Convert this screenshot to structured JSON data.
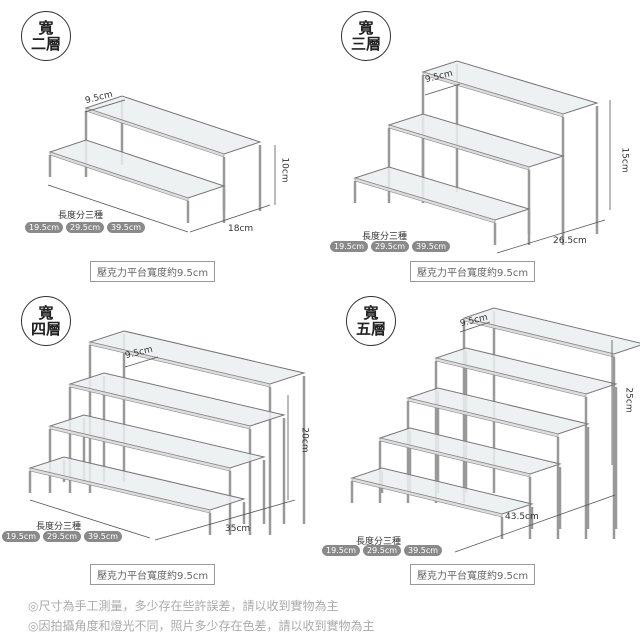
{
  "panels": [
    {
      "badge": [
        "寬",
        "二層"
      ],
      "depth": "9.5cm",
      "height": "10cm",
      "width": "18cm",
      "tiers": 2,
      "length_label": "長度分三種",
      "lengths": [
        "19.5cm",
        "29.5cm",
        "39.5cm"
      ],
      "caption": "壓克力平台寬度約9.5cm"
    },
    {
      "badge": [
        "寬",
        "三層"
      ],
      "depth": "9.5cm",
      "height": "15cm",
      "width": "26.5cm",
      "tiers": 3,
      "length_label": "長度分三種",
      "lengths": [
        "19.5cm",
        "29.5cm",
        "39.5cm"
      ],
      "caption": "壓克力平台寬度約9.5cm"
    },
    {
      "badge": [
        "寬",
        "四層"
      ],
      "depth": "9.5cm",
      "height": "20cm",
      "width": "35cm",
      "tiers": 4,
      "length_label": "長度分三種",
      "lengths": [
        "19.5cm",
        "29.5cm",
        "39.5cm"
      ],
      "caption": "壓克力平台寬度約9.5cm"
    },
    {
      "badge": [
        "寬",
        "五層"
      ],
      "depth": "9.5cm",
      "height": "25cm",
      "width": "43.5cm",
      "tiers": 5,
      "length_label": "長度分三種",
      "lengths": [
        "19.5cm",
        "29.5cm",
        "39.5cm"
      ],
      "caption": "壓克力平台寬度約9.5cm"
    }
  ],
  "notes": [
    "◎尺寸為手工測量，多少存在些許誤差，請以收到實物為主",
    "◎因拍攝角度和燈光不同，照片多少存在色差，請以收到實物為主"
  ]
}
